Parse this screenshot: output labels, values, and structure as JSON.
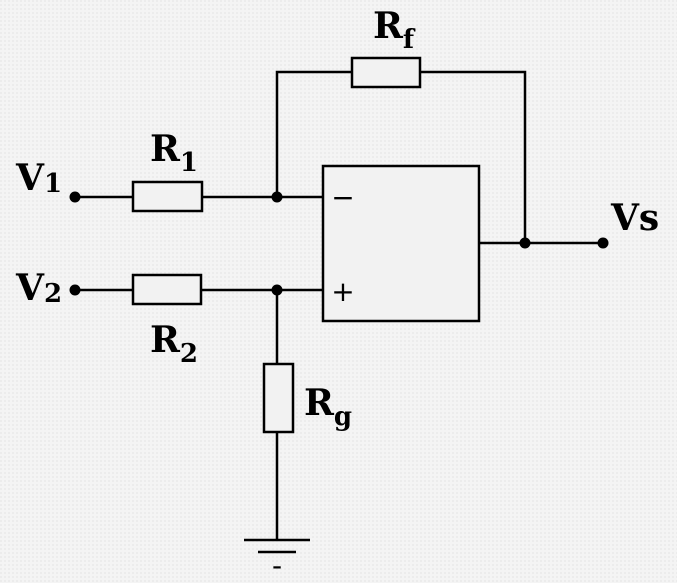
{
  "labels": {
    "v1": {
      "main": "V",
      "sub": "1"
    },
    "v2": {
      "main": "V",
      "sub": "2"
    },
    "vs": {
      "main": "Vs"
    },
    "r1": {
      "main": "R",
      "sub": "1"
    },
    "r2": {
      "main": "R",
      "sub": "2"
    },
    "rf": {
      "main": "R",
      "sub": "f"
    },
    "rg": {
      "main": "R",
      "sub": "g"
    }
  },
  "opamp": {
    "inverting_sign": "−",
    "noninverting_sign": "+"
  },
  "ground_symbol": "-",
  "colors": {
    "background": "#f2f2f2",
    "ink": "#000000"
  }
}
